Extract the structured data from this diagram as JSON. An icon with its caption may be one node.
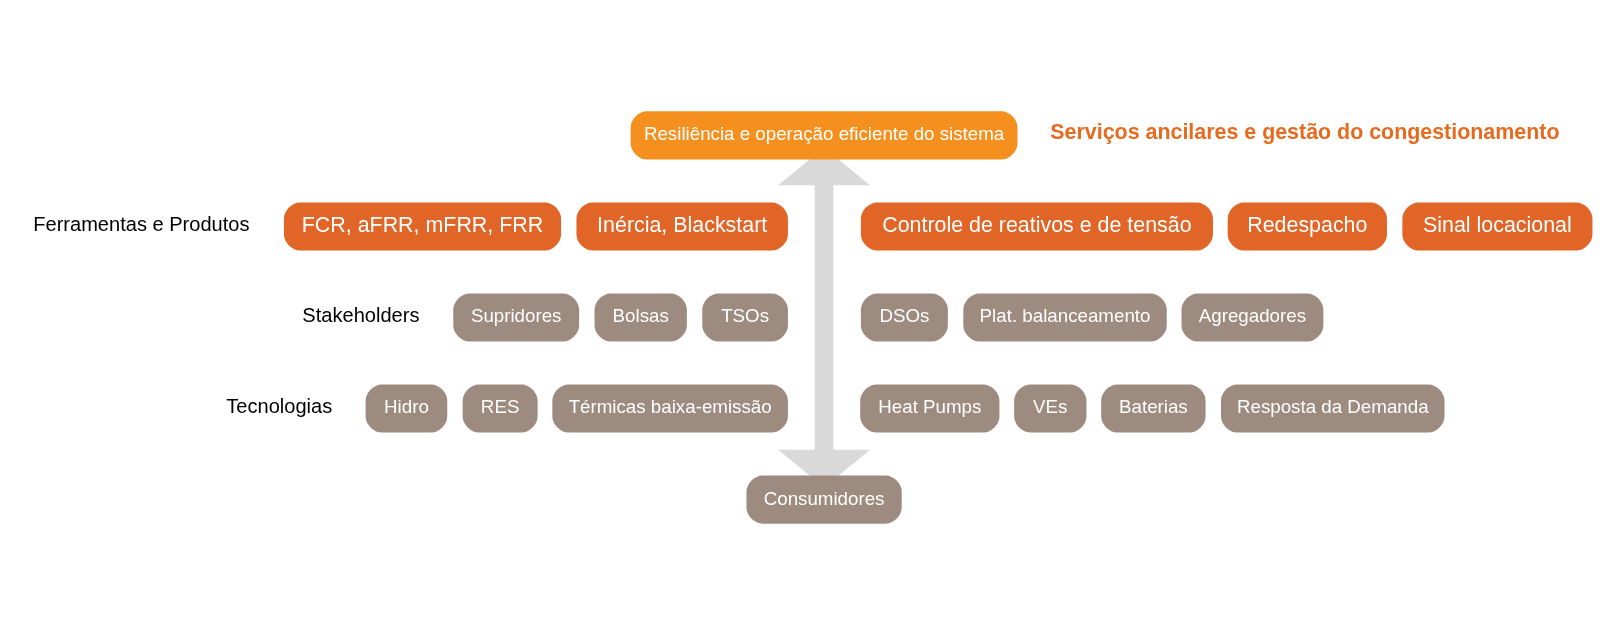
{
  "diagram": {
    "nodes": [
      {
        "text": [
          "Resiliência e operação eficiente do sistema"
        ]
      },
      {
        "text": [
          "FCR, aFRR, mFRR, FRR"
        ]
      },
      {
        "text": [
          "Inércia, Blackstart"
        ]
      },
      {
        "text": [
          "Controle de reativos e de tensão"
        ]
      },
      {
        "text": [
          "Redespacho"
        ]
      },
      {
        "text": [
          "Sinal locacional"
        ]
      },
      {
        "text": [
          "Supridores"
        ]
      },
      {
        "text": [
          "Bolsas"
        ]
      },
      {
        "text": [
          "TSOs"
        ]
      },
      {
        "text": [
          "DSOs"
        ]
      },
      {
        "text": [
          "Plat. balanceamento"
        ]
      },
      {
        "text": [
          "Agregadores"
        ]
      },
      {
        "text": [
          "Hidro"
        ]
      },
      {
        "text": [
          "RES"
        ]
      },
      {
        "text": [
          "Térmicas baixa-emissão"
        ]
      },
      {
        "text": [
          "Heat Pumps"
        ]
      },
      {
        "text": [
          "VEs"
        ]
      },
      {
        "text": [
          "Baterias"
        ]
      },
      {
        "text": [
          "Resposta da Demanda"
        ]
      },
      {
        "text": [
          "Consumidores"
        ]
      }
    ],
    "edges": [
      {
        "from": 0,
        "to": 19,
        "arrow": "both",
        "color": "#d9d9d9"
      }
    ],
    "labels": [
      "Serviços ancilares e gestão do congestionamento",
      "Ferramentas e Produtos",
      "Stakeholders",
      "Tecnologias"
    ]
  }
}
